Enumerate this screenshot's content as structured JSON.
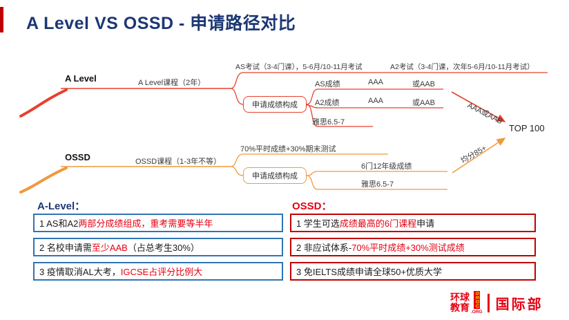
{
  "title": "A Level VS OSSD - 申请路径对比",
  "colors": {
    "title_navy": "#1c3775",
    "accent_red": "#e8402d",
    "accent_orange": "#f0993e",
    "note_red": "#e60012",
    "left_box_border": "#2e74b5",
    "right_box_border": "#c00000"
  },
  "diagram": {
    "alevel": {
      "label": "A Level",
      "course": "A Level课程（2年）",
      "as_exam": "AS考试（3-4门课），5-6月/10-11月考试",
      "a2_exam": "A2考试（3-4门课，次年5-6月/10-11月考试）",
      "composition": "申请成绩构成",
      "rows": [
        {
          "c1": "AS成绩",
          "c2": "AAA",
          "c3": "或AAB"
        },
        {
          "c1": "A2成绩",
          "c2": "AAA",
          "c3": "或AAB"
        },
        {
          "c1": "雅思6.5-7"
        }
      ],
      "arrow_label": "AAA或AAB"
    },
    "ossd": {
      "label": "OSSD",
      "course": "OSSD课程（1-3年不等）",
      "grading": "70%平时成绩+30%期末测试",
      "composition": "申请成绩构成",
      "rows": [
        {
          "c1": "6门12年级成绩"
        },
        {
          "c1": "雅思6.5-7"
        }
      ],
      "arrow_label": "均分85+"
    },
    "target": "TOP 100"
  },
  "bottom": {
    "left": {
      "heading": "A-Level：",
      "items": [
        {
          "parts": [
            "1 AS和A2",
            "两部分成绩组成，重考需要等半年"
          ]
        },
        {
          "parts": [
            "2 名校申请需",
            "至少AAB",
            "（占总考生30%）"
          ]
        },
        {
          "parts": [
            "3 疫情取消AL大考，",
            "IGCSE占评分比例大"
          ]
        }
      ]
    },
    "right": {
      "heading": "OSSD：",
      "items": [
        {
          "parts": [
            "1 学生可选",
            "成绩最高的6门课程",
            "申请"
          ]
        },
        {
          "parts": [
            "2 非应试体系- ",
            "70%平时成绩+30%测试成绩"
          ]
        },
        {
          "parts": [
            "3 免IELTS成绩申请全球50+优质大学"
          ]
        }
      ]
    }
  },
  "logo": {
    "cn_line1": "环球",
    "cn_line2": "教育",
    "gedu": "GEDU",
    "org": ".ORG",
    "dept": "国际部"
  }
}
